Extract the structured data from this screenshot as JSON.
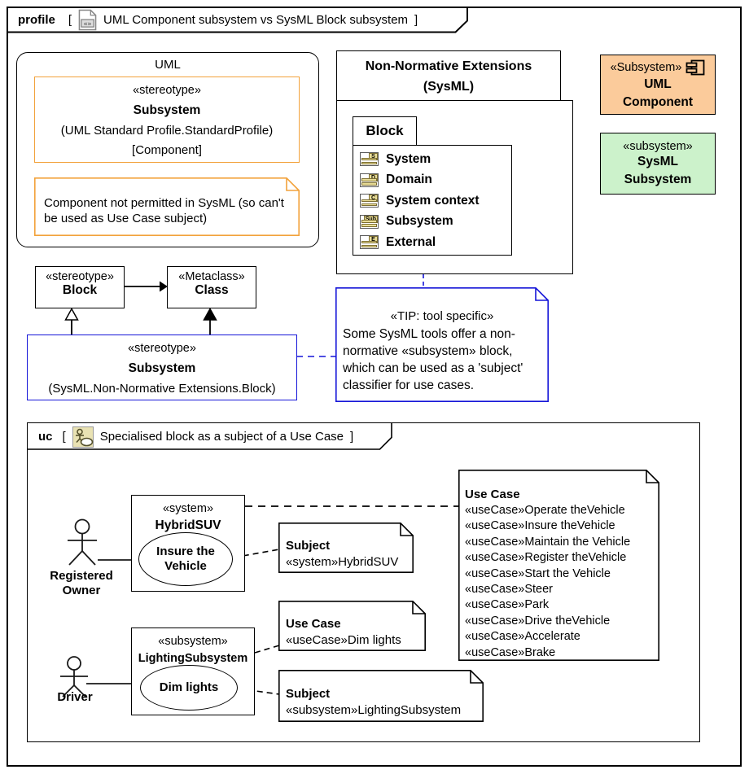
{
  "colors": {
    "orange": "#f2a23b",
    "peach": "#fbcb9b",
    "green": "#ccf2cb",
    "blue": "#1515d8",
    "tan": "#e9dd96",
    "tan-border": "#7d6f33"
  },
  "frame": {
    "kind": "profile",
    "open": "[",
    "close": "]",
    "title": "UML Component subsystem vs SysML Block subsystem"
  },
  "uml": {
    "title": "UML",
    "stereo": {
      "keyword": "«stereotype»",
      "name": "Subsystem",
      "from": "(UML Standard Profile.StandardProfile)",
      "meta": "[Component]"
    },
    "note": "Component not permitted in SysML (so can't be used as Use Case subject)"
  },
  "nne": {
    "title1": "Non-Normative Extensions",
    "title2": "(SysML)",
    "block": {
      "title": "Block",
      "items": [
        {
          "badge": "S",
          "label": "System"
        },
        {
          "badge": "D",
          "label": "Domain"
        },
        {
          "badge": "C",
          "label": "System context"
        },
        {
          "badge": "Sub",
          "label": "Subsystem"
        },
        {
          "badge": "E",
          "label": "External"
        }
      ]
    }
  },
  "uml_component": {
    "keyword": "«Subsystem»",
    "line1": "UML",
    "line2": "Component"
  },
  "sysml_subsystem": {
    "keyword": "«subsystem»",
    "line1": "SysML",
    "line2": "Subsystem"
  },
  "block_stereo": {
    "keyword": "«stereotype»",
    "name": "Block"
  },
  "metaclass": {
    "keyword": "«Metaclass»",
    "name": "Class"
  },
  "subsystem_stereo": {
    "keyword": "«stereotype»",
    "name": "Subsystem",
    "from": "(SysML.Non-Normative Extensions.Block)"
  },
  "tip": {
    "keyword": "«TIP: tool specific»",
    "body": "Some SysML tools offer a non-normative «subsystem» block, which can be used as a 'subject' classifier for use cases."
  },
  "uc": {
    "kind": "uc",
    "open": "[",
    "close": "]",
    "title": "Specialised block as a subject of a Use Case",
    "actor1": {
      "line1": "Registered",
      "line2": "Owner"
    },
    "actor2": {
      "name": "Driver"
    },
    "hybrid": {
      "keyword": "«system»",
      "name": "HybridSUV",
      "usecase": "Insure the Vehicle"
    },
    "lighting": {
      "keyword": "«subsystem»",
      "name": "LightingSubsystem",
      "usecase": "Dim lights"
    },
    "subject1": {
      "title": "Subject",
      "line": "«system»HybridSUV"
    },
    "subject2": {
      "title": "Subject",
      "line": "«subsystem»LightingSubsystem"
    },
    "usecase2": {
      "title": "Use Case",
      "line": "«useCase»Dim lights"
    },
    "usecases": {
      "title": "Use Case",
      "items": [
        "«useCase»Operate theVehicle",
        "«useCase»Insure theVehicle",
        "«useCase»Maintain the Vehicle",
        "«useCase»Register theVehicle",
        "«useCase»Start the Vehicle",
        "«useCase»Steer",
        "«useCase»Park",
        "«useCase»Drive theVehicle",
        "«useCase»Accelerate",
        "«useCase»Brake"
      ]
    }
  }
}
